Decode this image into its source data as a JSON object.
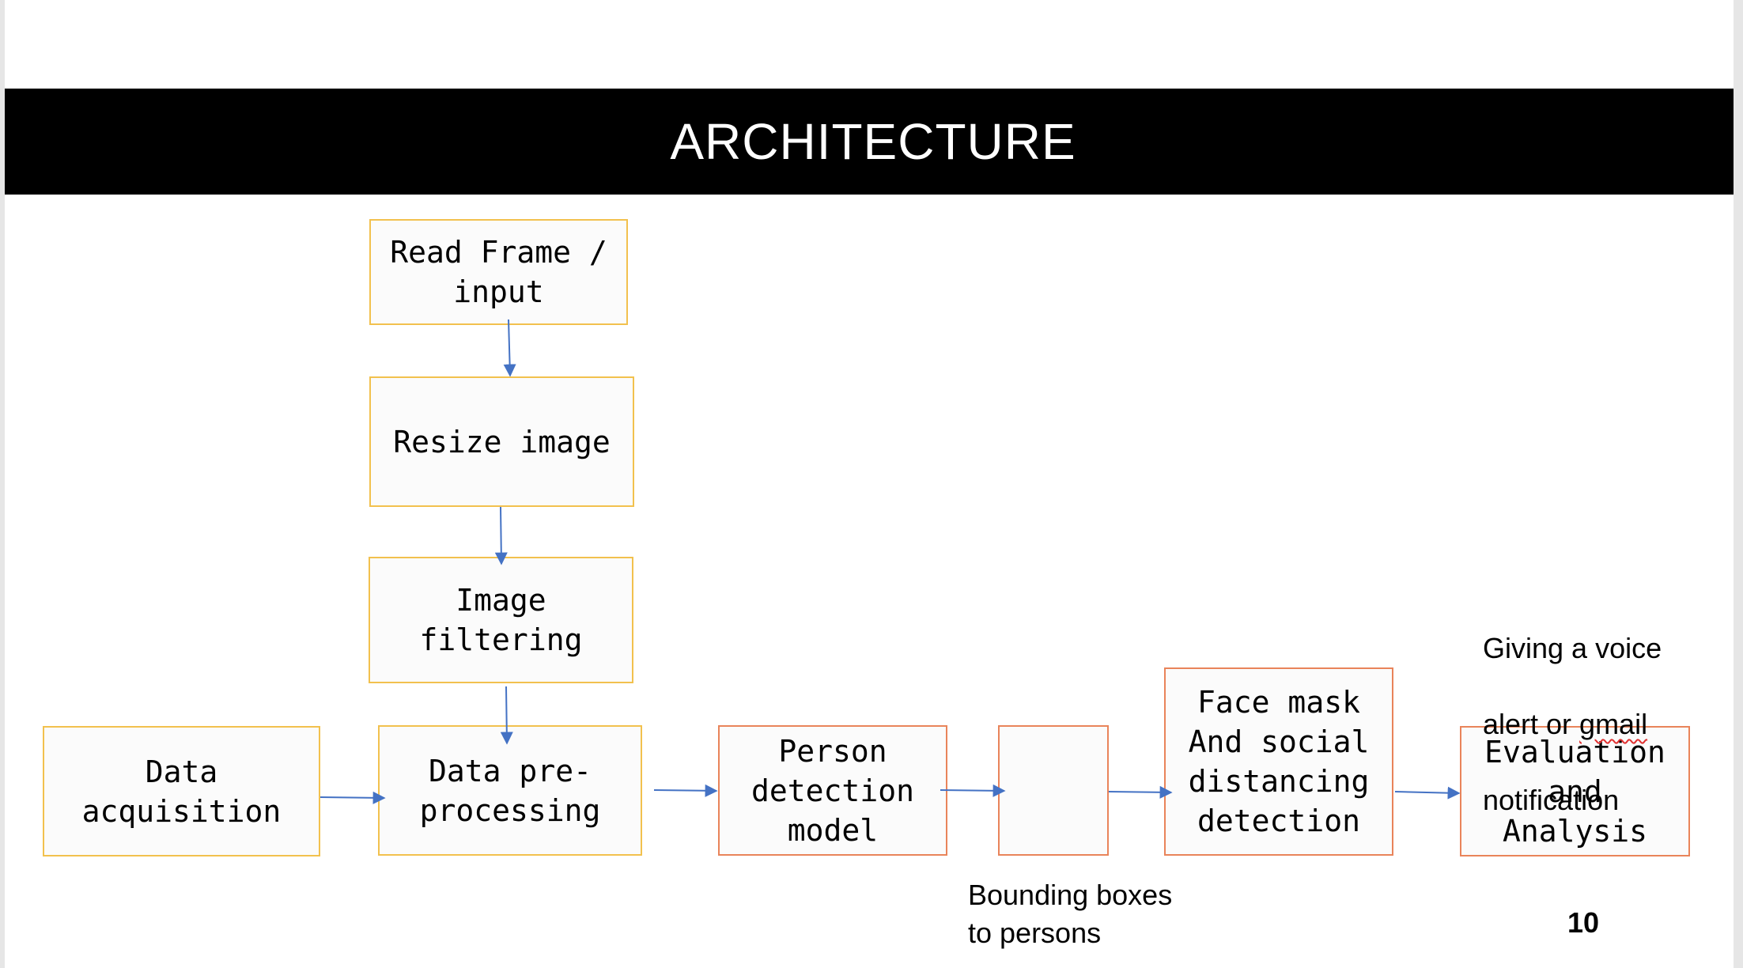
{
  "title": "ARCHITECTURE",
  "nodes": {
    "read_frame": "Read Frame /\ninput",
    "resize": "Resize image",
    "filtering": "Image\nfiltering",
    "acquisition": "Data\nacquisition",
    "preprocessing": "Data pre-\nprocessing",
    "person_detection": "Person\ndetection\nmodel",
    "bounding": "",
    "face_mask": "Face mask\nAnd social\ndistancing\ndetection",
    "evaluation": "Evaluation\nand\nAnalysis"
  },
  "captions": {
    "alert_line1": "Giving a voice",
    "alert_line2_pre": "alert or ",
    "alert_line2_word": "gmail",
    "alert_line3": "notification",
    "bounding_caption": "Bounding boxes\nto persons"
  },
  "page_number": "10",
  "colors": {
    "title_bar": "#000000",
    "yellow_border": "#f2c14e",
    "orange_border": "#e9845a",
    "arrow": "#4472c4"
  }
}
